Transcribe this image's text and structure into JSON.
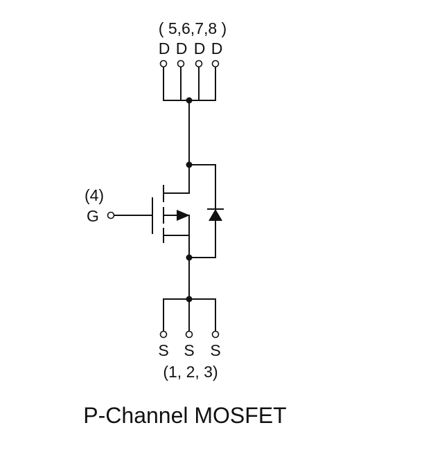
{
  "drain": {
    "pin_numbers": "( 5,6,7,8 )",
    "labels": [
      "D",
      "D",
      "D",
      "D"
    ]
  },
  "gate": {
    "pin_number": "(4)",
    "label": "G"
  },
  "source": {
    "labels": [
      "S",
      "S",
      "S"
    ],
    "pin_numbers": "(1, 2, 3)"
  },
  "caption": "P-Channel MOSFET",
  "colors": {
    "ink": "#111111",
    "background": "#ffffff"
  }
}
